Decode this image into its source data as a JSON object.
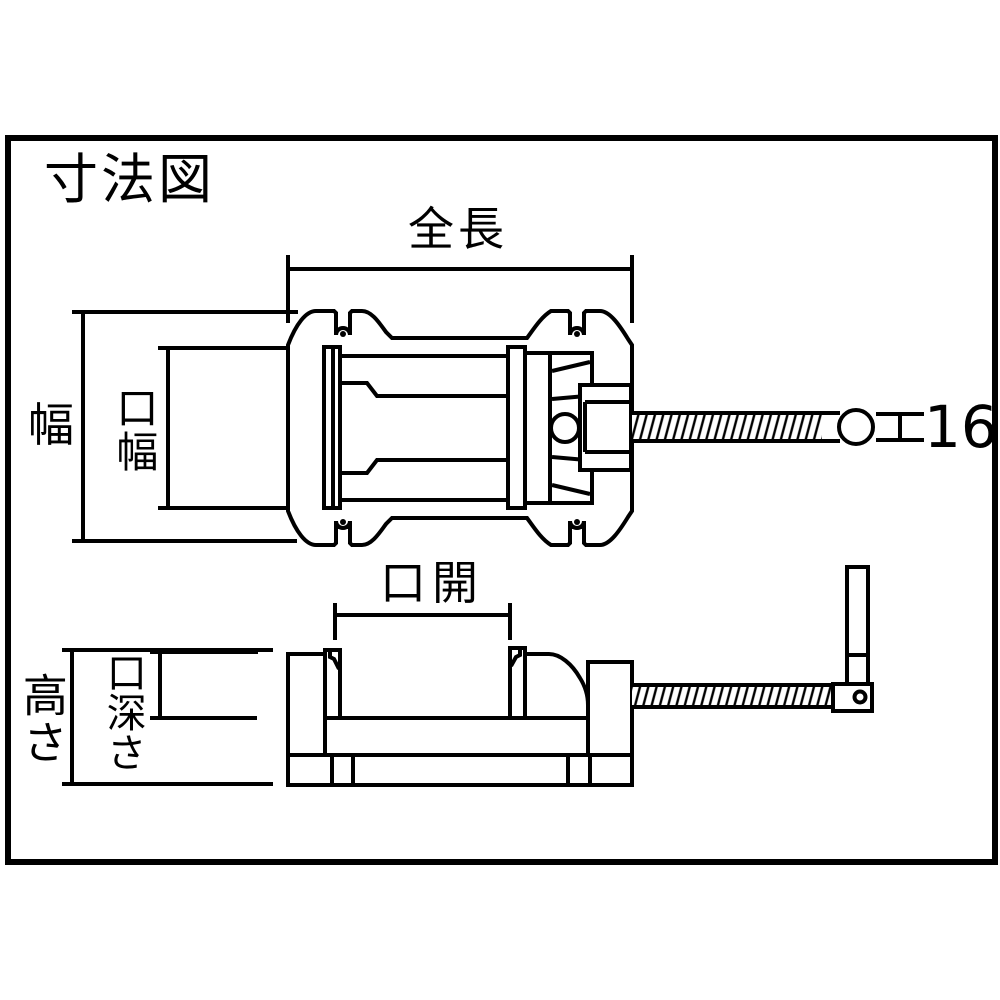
{
  "title": "寸法図",
  "colors": {
    "ink": "#000000",
    "paper": "#ffffff"
  },
  "top_view": {
    "view_name": "plan-view",
    "labels": {
      "overall_length": "全長",
      "body_width": "幅",
      "jaw_width": "口幅"
    },
    "handle_dimension": {
      "symbol": "工",
      "value": "16"
    }
  },
  "side_view": {
    "view_name": "side-view",
    "labels": {
      "jaw_opening": "口開",
      "height": "高さ",
      "jaw_depth": "口深さ"
    }
  }
}
